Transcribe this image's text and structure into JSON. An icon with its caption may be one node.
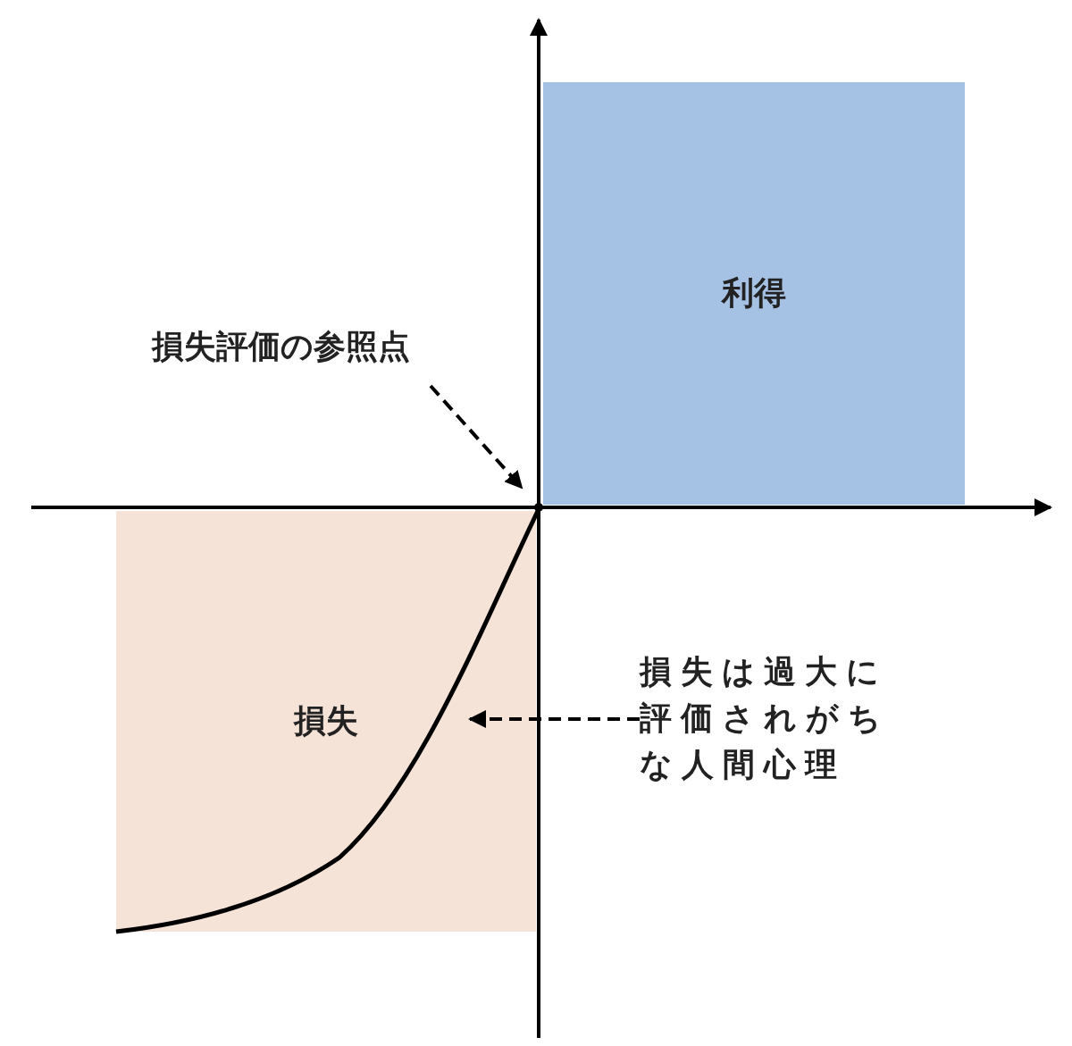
{
  "diagram": {
    "nodes": [
      {
        "text": [
          "利得"
        ]
      },
      {
        "text": [
          "損失"
        ]
      },
      {
        "text": [
          "損失評価の参照点"
        ]
      },
      {
        "text": [
          "損失は過大に評価されがちな人間心理"
        ]
      },
      {
        "text": [],
        "shape": "point"
      },
      {
        "text": [],
        "shape": "curve"
      }
    ],
    "edges": [
      {
        "from": 2,
        "to": 4,
        "arrow": "to",
        "style": "dashed"
      },
      {
        "from": 3,
        "to": 5,
        "arrow": "to",
        "style": "dashed"
      }
    ]
  }
}
